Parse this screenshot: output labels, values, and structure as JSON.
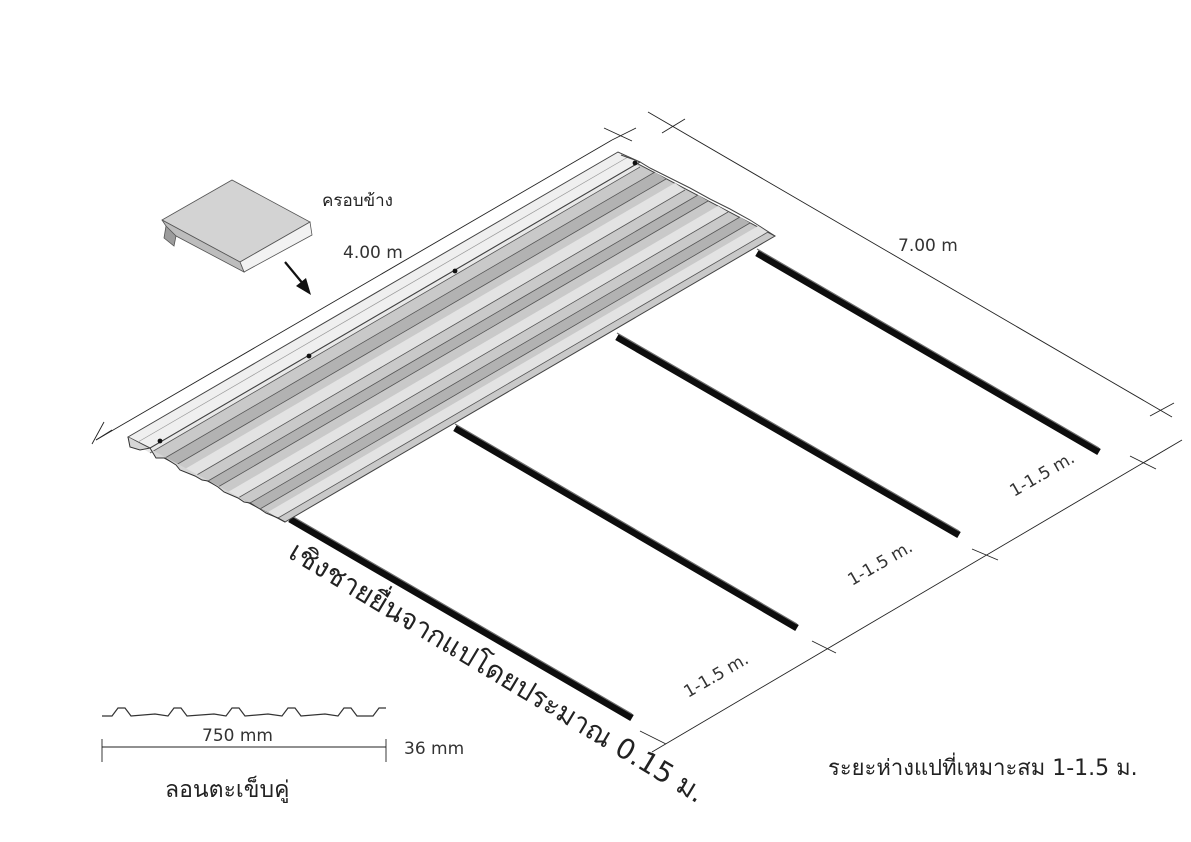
{
  "labels": {
    "side_cap": "ครอบข้าง",
    "width_dim": "4.00 m",
    "length_dim": "7.00 m",
    "eave_note": "เชิงชายยื่นจากแปโดยประมาณ 0.15 ม.",
    "spacing_1": "1-1.5 m.",
    "spacing_2": "1-1.5 m.",
    "spacing_3": "1-1.5 m.",
    "profile_width": "750 mm",
    "profile_height": "36 mm",
    "profile_name": "ลอนตะเข็บคู่",
    "purlin_spacing_note": "ระยะห่างแปที่เหมาะสม 1-1.5 ม."
  },
  "colors": {
    "sheet_light": "#e2e2e2",
    "sheet_mid": "#c9c9c9",
    "sheet_dark": "#a9a9a9",
    "purlin": "#0d0d0d",
    "line": "#222222"
  }
}
